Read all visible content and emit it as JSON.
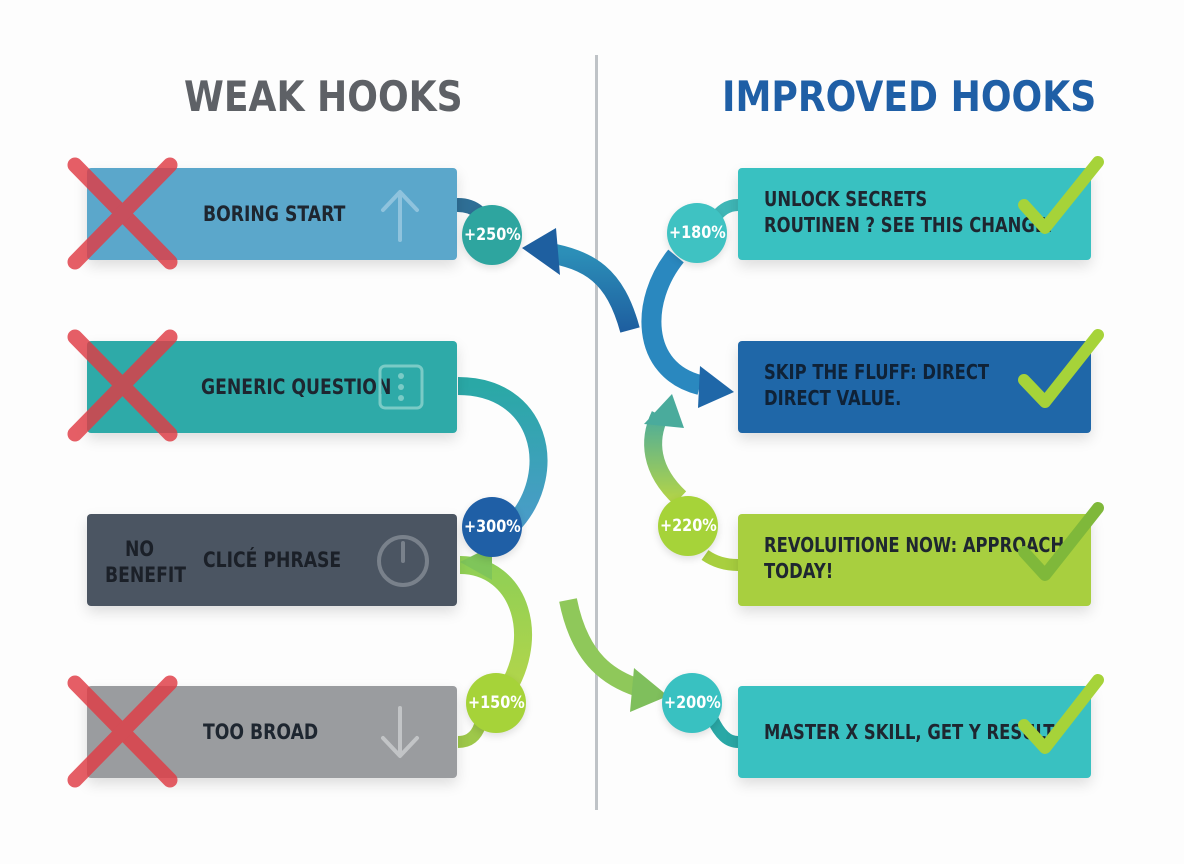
{
  "titles": {
    "weak": "WEAK HOOKS",
    "improved": "IMPROVED HOOKS"
  },
  "weak_hooks": [
    {
      "label": "BORING START",
      "icon": "arrow-up-icon",
      "marked": "x-mark-icon"
    },
    {
      "label": "GENERIC QUESTION",
      "icon": "dice-icon",
      "marked": "x-mark-icon"
    },
    {
      "label": "CLICÉ PHRASE",
      "side_label_1": "NO",
      "side_label_2": "BENEFIT",
      "icon": "power-icon"
    },
    {
      "label": "TOO BROAD",
      "icon": "arrow-down-icon",
      "marked": "x-mark-icon"
    }
  ],
  "improved_hooks": [
    {
      "line1": "UNLOCK SECRETS",
      "line2": "ROUTINEN  ? SEE THIS CHANGE.",
      "icon": "checkmark-icon"
    },
    {
      "line1": "SKIP THE FLUFF: DIRECT",
      "line2": "DIRECT VALUE.",
      "icon": "checkmark-icon"
    },
    {
      "line1": "REVOLUITIONE NOW: APPROACH",
      "line2": "TODAY!",
      "icon": "checkmark-icon"
    },
    {
      "line1": "MASTER X SKILL, GET Y RESULT.",
      "icon": "checkmark-icon"
    }
  ],
  "badges": {
    "b250": "+250%",
    "b300": "+300%",
    "b150": "+150%",
    "b180": "+180%",
    "b220": "+220%",
    "b200": "+200%"
  },
  "colors": {
    "weak_title": "#5e6166",
    "improved_title": "#1f5fa6",
    "blue_card": "#5ba7cb",
    "teal_card": "#2eaaa8",
    "slate_card": "#4b5562",
    "gray_card": "#9a9c9f",
    "light_teal_card": "#39c1c1",
    "deep_blue_card": "#1f67a8",
    "lime_card": "#a8cf3f",
    "red_x": "#e03c45",
    "check": "#a6d339"
  }
}
